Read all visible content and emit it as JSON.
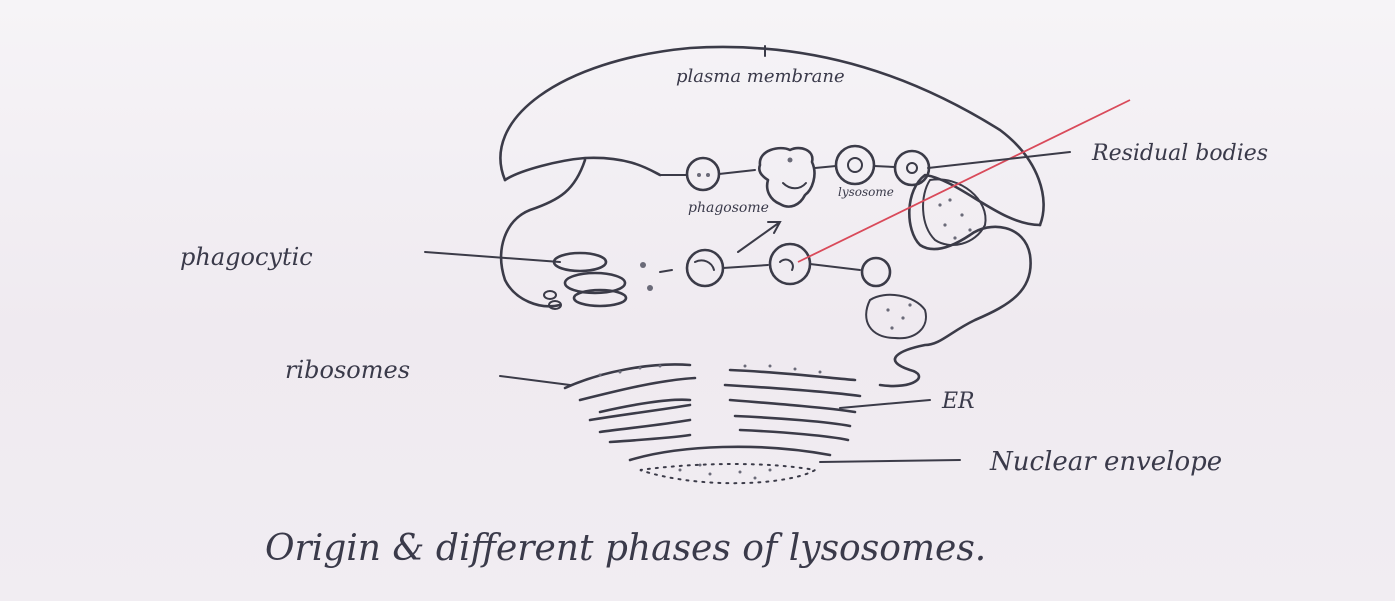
{
  "diagram": {
    "labels": {
      "plasma_membrane": "plasma membrane",
      "phagosome": "phagosome",
      "lysosome": "lysosome",
      "residual_bodies": "Residual bodies",
      "phagocytic": "phagocytic",
      "ribosomes": "ribosomes",
      "er": "ER",
      "nuclear_envelope": "Nuclear envelope"
    },
    "caption": "Origin & different phases of lysosomes.",
    "colors": {
      "ink": "#3b3b48",
      "accent_line": "#d94a5a",
      "paper": "#f3f0f3"
    }
  }
}
